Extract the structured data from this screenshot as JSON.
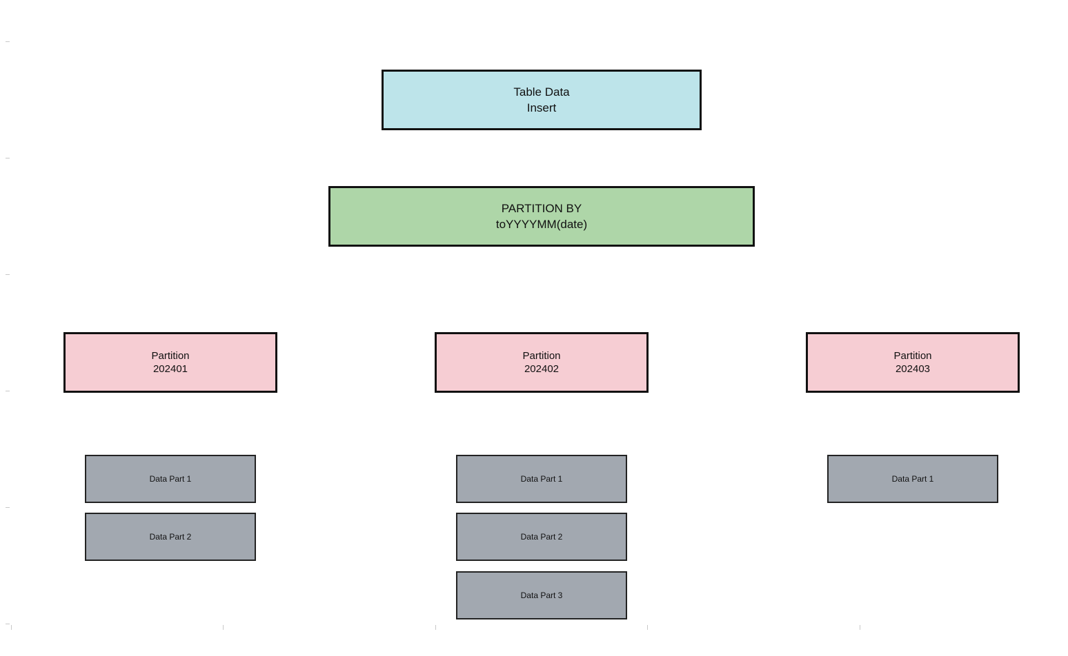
{
  "diagram": {
    "source": {
      "line1": "Table Data",
      "line2": "Insert",
      "color": "#bde4ea"
    },
    "partition_by": {
      "line1": "PARTITION BY",
      "line2": "toYYYYMM(date)",
      "color": "#aed6a8"
    },
    "partitions": [
      {
        "line1": "Partition",
        "line2": "202401",
        "parts": [
          "Data Part 1",
          "Data Part 2"
        ]
      },
      {
        "line1": "Partition",
        "line2": "202402",
        "parts": [
          "Data Part 1",
          "Data Part 2",
          "Data Part 3"
        ]
      },
      {
        "line1": "Partition",
        "line2": "202403",
        "parts": [
          "Data Part 1"
        ]
      }
    ],
    "colors": {
      "partition_fill": "#f6cdd3",
      "part_fill": "#a2a8b0",
      "border": "#111111"
    }
  }
}
